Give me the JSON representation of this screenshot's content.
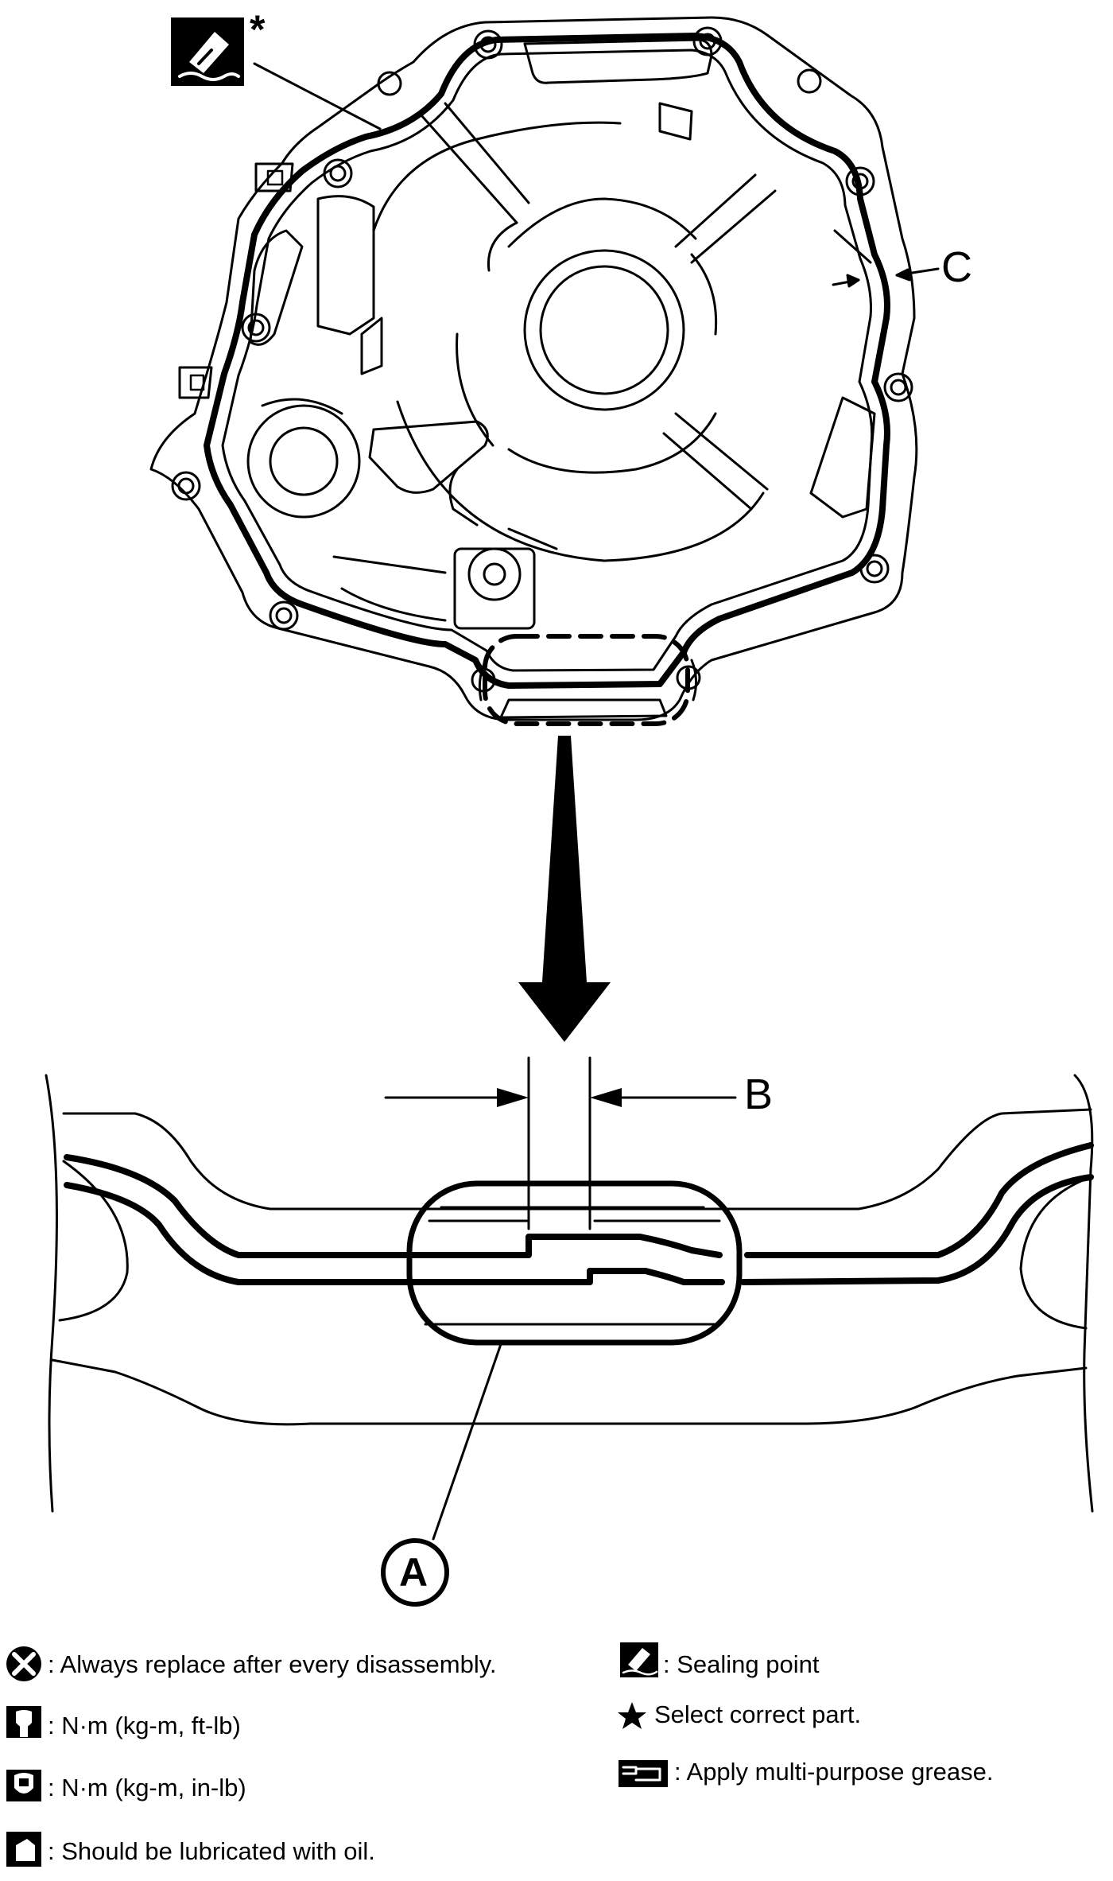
{
  "callouts": {
    "star": "*",
    "c": "C",
    "b": "B",
    "a": "A"
  },
  "legend": {
    "replace": ": Always replace after every disassembly.",
    "torque_ft": ": N·m (kg-m, ft-lb)",
    "torque_in": ": N·m (kg-m, in-lb)",
    "oil": ": Should be lubricated with oil.",
    "sealing": ": Sealing point",
    "select": "Select correct part.",
    "grease": ": Apply multi-purpose grease."
  },
  "icons": {
    "sealing_callout": "sealing-point-icon",
    "replace": "replace-x-icon",
    "torque_ft": "torque-wrench-icon",
    "torque_in": "torque-wrench-filled-icon",
    "oil": "oil-can-icon",
    "sealing": "sealing-point-icon",
    "select": "star-icon",
    "grease": "grease-gun-icon"
  }
}
